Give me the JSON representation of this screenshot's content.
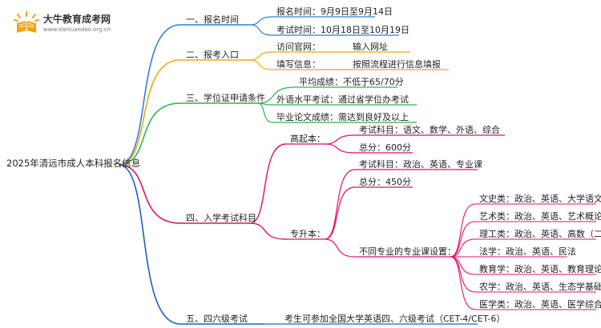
{
  "logo": {
    "name": "大牛教育成考网",
    "url": "www.daniuaedao.org.cn"
  },
  "root": "2025年清远市成人本科报名信息",
  "colors": {
    "b1": "#2f7fd8",
    "b2": "#f0a60b",
    "b3": "#2bb34a",
    "b4": "#e0106c",
    "b5": "#1f5fc4"
  },
  "branches": [
    {
      "label": "一、报名时间",
      "children": [
        {
          "label": "报名时间：9月9日至9月14日"
        },
        {
          "label": "考试时间：10月18日至10月19日"
        }
      ]
    },
    {
      "label": "二、报考入口",
      "children": [
        {
          "label": "访问官网：",
          "value": "输入网址"
        },
        {
          "label": "填写信息：",
          "value": "按照流程进行信息填报"
        }
      ]
    },
    {
      "label": "三、学位证申请条件",
      "children": [
        {
          "label": "平均成绩：不低于65/70分"
        },
        {
          "label": "外语水平考试：通过省学位办考试"
        },
        {
          "label": "毕业论文成绩：需达到良好及以上"
        }
      ]
    },
    {
      "label": "四、入学考试科目",
      "children": [
        {
          "label": "高起本：",
          "children": [
            {
              "label": "考试科目：语文、数学、外语、综合"
            },
            {
              "label": "总分：600分"
            }
          ]
        },
        {
          "label": "专升本：",
          "children": [
            {
              "label": "考试科目：政治、英语、专业课"
            },
            {
              "label": "总分：450分"
            },
            {
              "label": "不同专业的专业课设置：",
              "children": [
                {
                  "label": "文史类：政治、英语、大学语文"
                },
                {
                  "label": "艺术类：政治、英语、艺术概论"
                },
                {
                  "label": "理工类：政治、英语、高数（二）"
                },
                {
                  "label": "法学：政治、英语、民法"
                },
                {
                  "label": "教育学：政治、英语、教育理论"
                },
                {
                  "label": "农学：政治、英语、生态学基础"
                },
                {
                  "label": "医学类：政治、英语、医学综合"
                }
              ]
            }
          ]
        }
      ]
    },
    {
      "label": "五、四六级考试",
      "children": [
        {
          "label": "考生可参加全国大学英语四、六级考试（CET-4/CET-6）"
        }
      ]
    }
  ]
}
